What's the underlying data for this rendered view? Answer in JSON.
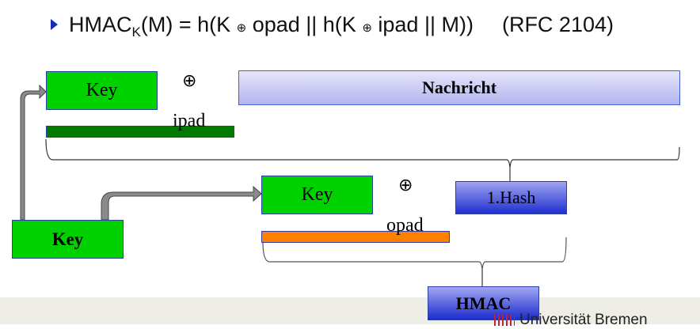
{
  "formula": {
    "prefix": "HMAC",
    "subscript": "K",
    "body_1": "(M) = h(K ",
    "xor_1": "⊕",
    "body_2": " opad || h(K ",
    "xor_2": "⊕",
    "body_3": " ipad || M))",
    "reference": "(RFC 2104)"
  },
  "diagram": {
    "inner": {
      "key_label": "Key",
      "xor_symbol": "⊕",
      "message_label": "Nachricht",
      "pad_label": "ipad",
      "pad_color": "#007a00"
    },
    "outer": {
      "key_label": "Key",
      "xor_symbol": "⊕",
      "hash_label": "1.Hash",
      "pad_label": "opad",
      "pad_color": "#ff7f00"
    },
    "source_key_label": "Key",
    "result_label": "HMAC"
  },
  "footer": {
    "university": "Universität Bremen"
  }
}
